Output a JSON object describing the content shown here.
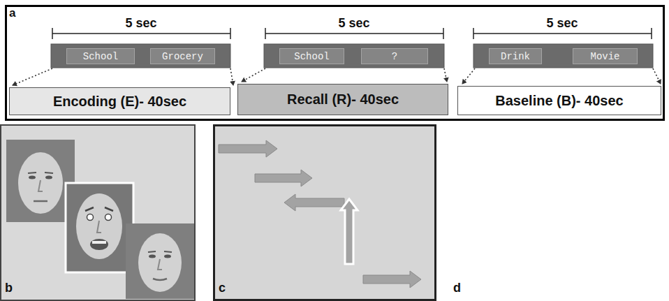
{
  "diagram": {
    "nodes": [
      {
        "text": [
          "School"
        ]
      },
      {
        "text": [
          "Grocery"
        ]
      },
      {
        "text": [
          "School"
        ]
      },
      {
        "text": [
          "?"
        ]
      },
      {
        "text": [
          "Drink"
        ]
      },
      {
        "text": [
          "Movie"
        ]
      },
      {
        "text": [
          "Encoding (E)- 40sec"
        ]
      },
      {
        "text": [
          "Recall (R)- 40sec"
        ]
      },
      {
        "text": [
          "Baseline (B)- 40sec"
        ]
      }
    ],
    "labels": [
      "a",
      "5 sec",
      "5 sec",
      "5 sec",
      "b",
      "c",
      "d"
    ]
  }
}
